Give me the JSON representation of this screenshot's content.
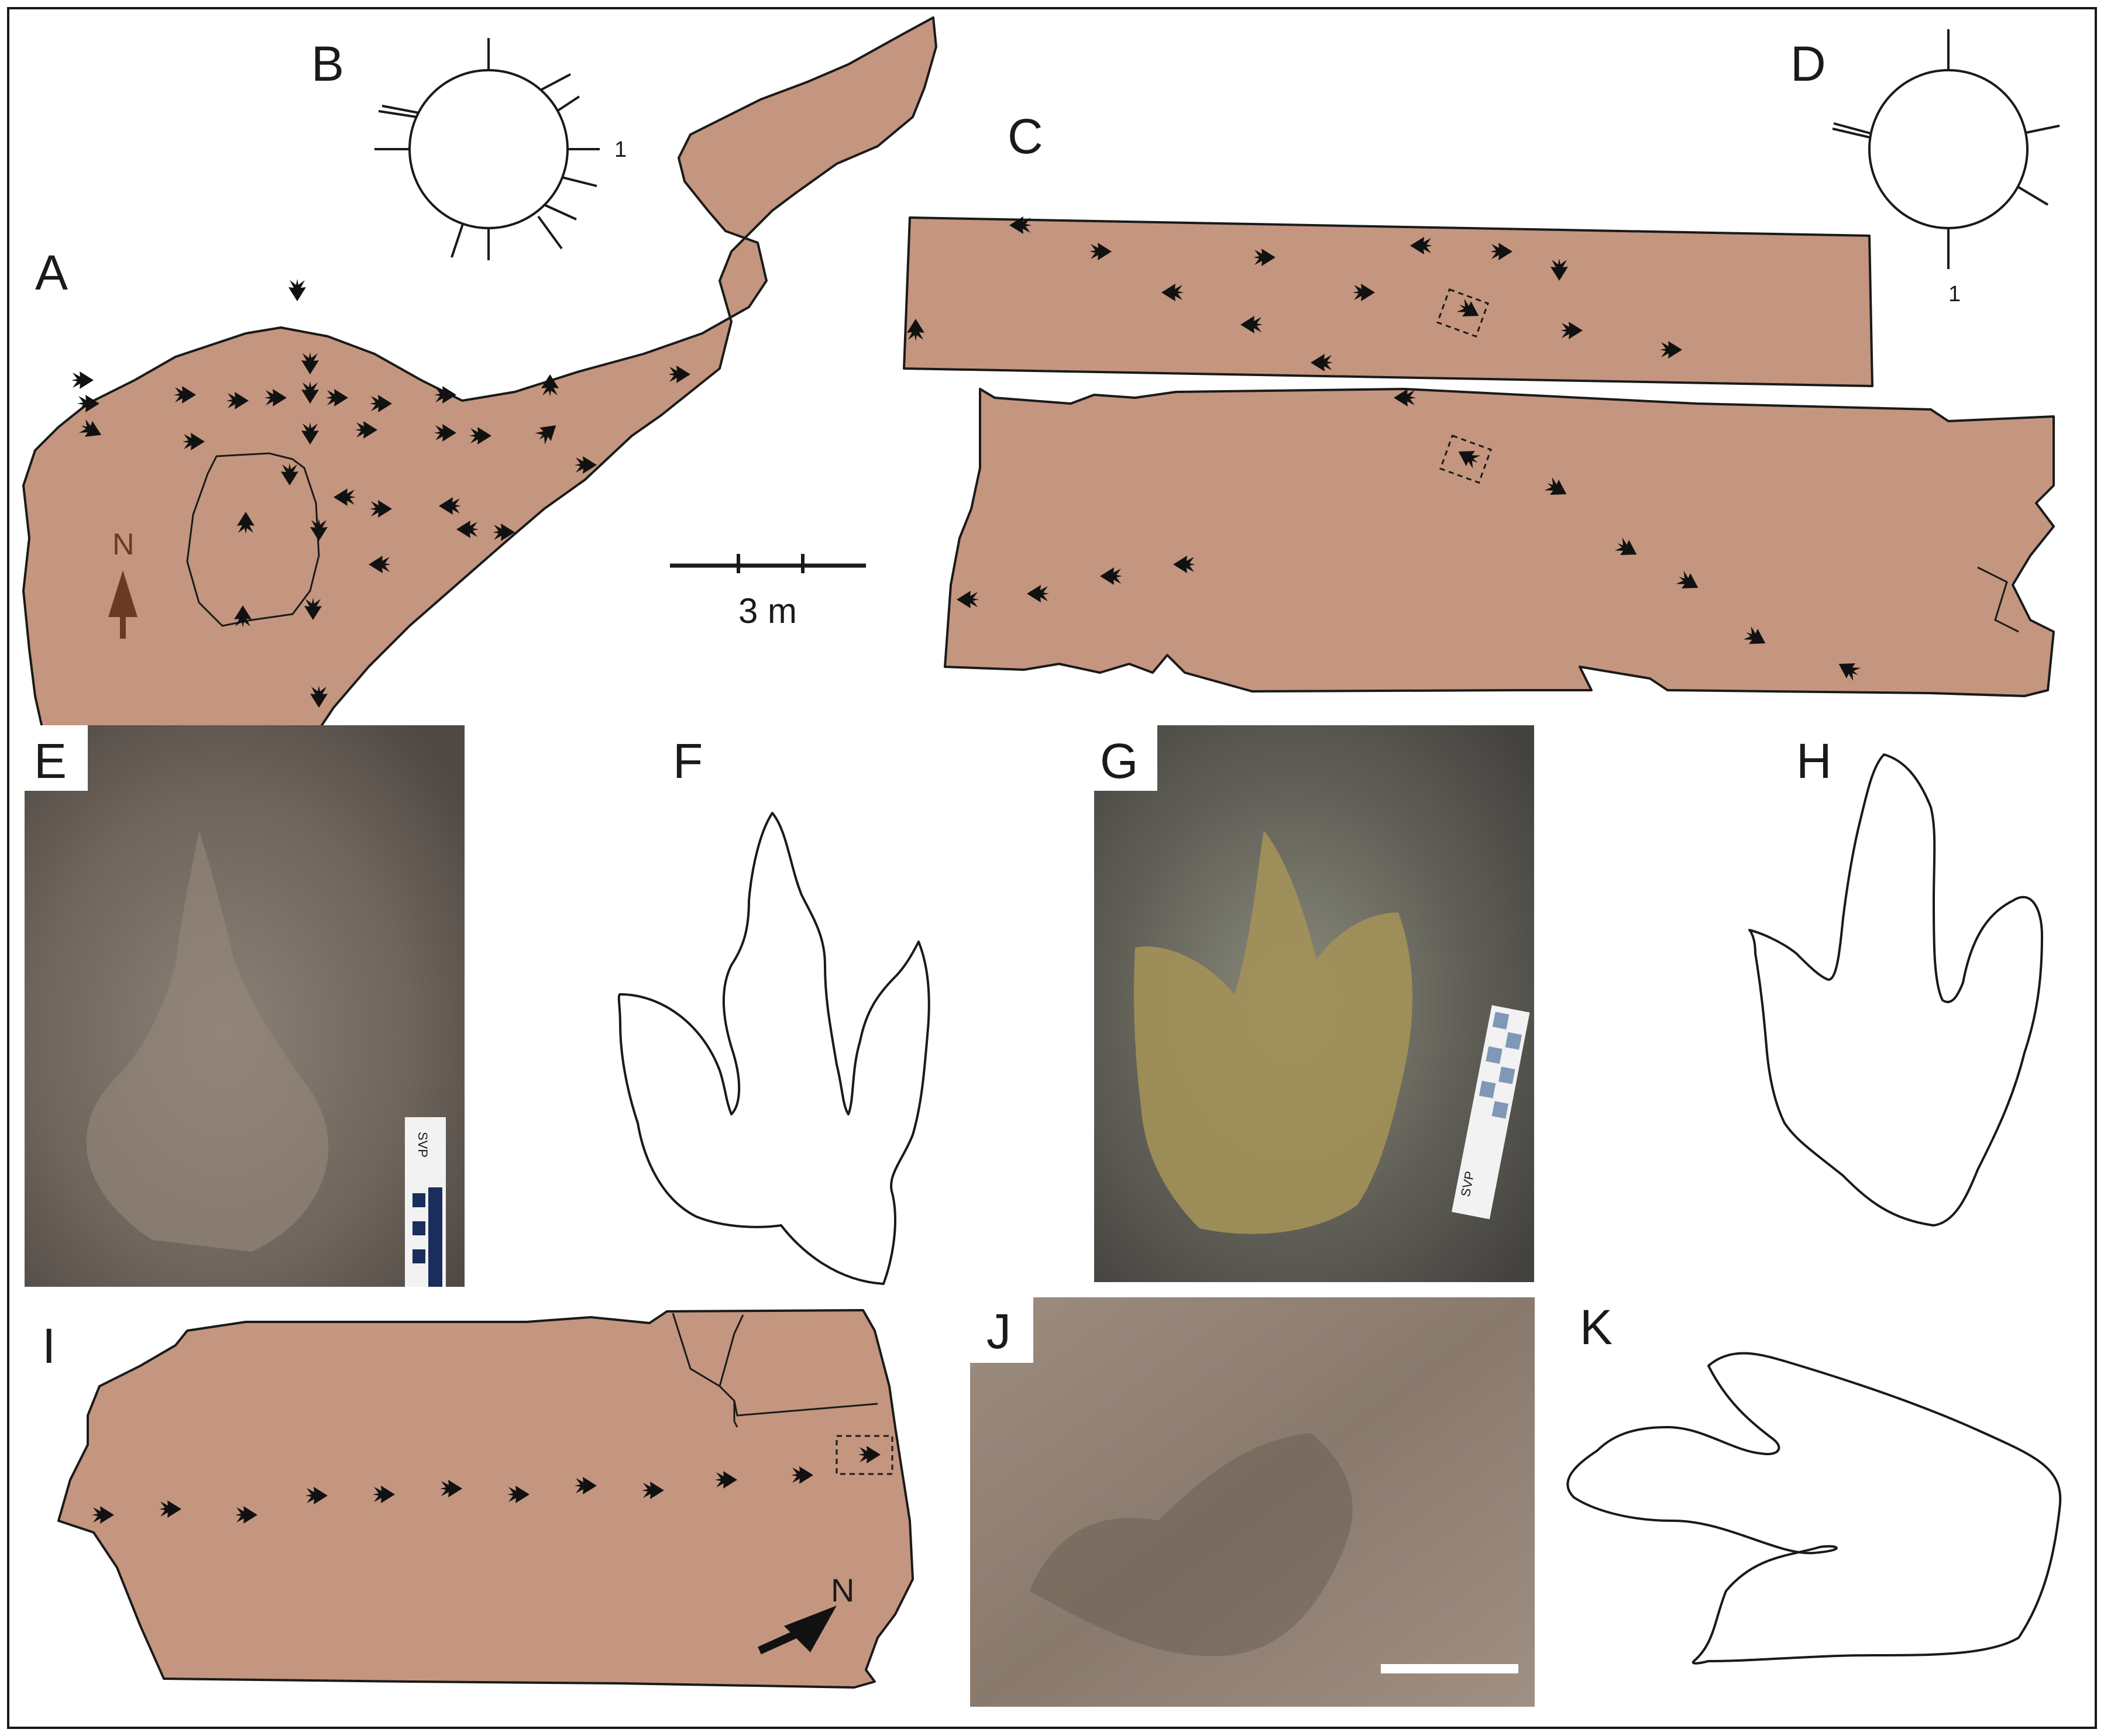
{
  "figure": {
    "panels": {
      "A": "A",
      "B": "B",
      "C": "C",
      "D": "D",
      "E": "E",
      "F": "F",
      "G": "G",
      "H": "H",
      "I": "I",
      "J": "J",
      "K": "K"
    },
    "rose_B_label": "1",
    "rose_D_label": "1",
    "north_label_A": "N",
    "north_label_I": "N",
    "scale_bar_label": "3 m",
    "photo_scale_text": "SVP",
    "colors": {
      "outcrop_fill": "#c4967f",
      "outline": "#1a1a1a",
      "north_arrow_A": "#6b3a22",
      "north_arrow_I": "#111111",
      "photo_E": "#6a625a",
      "photo_G": "#56524d",
      "photo_J": "#8c7c70"
    },
    "icons": [
      "footprint-icon",
      "north-arrow-icon",
      "rose-diagram",
      "scale-bar",
      "photo-scale-card"
    ]
  }
}
